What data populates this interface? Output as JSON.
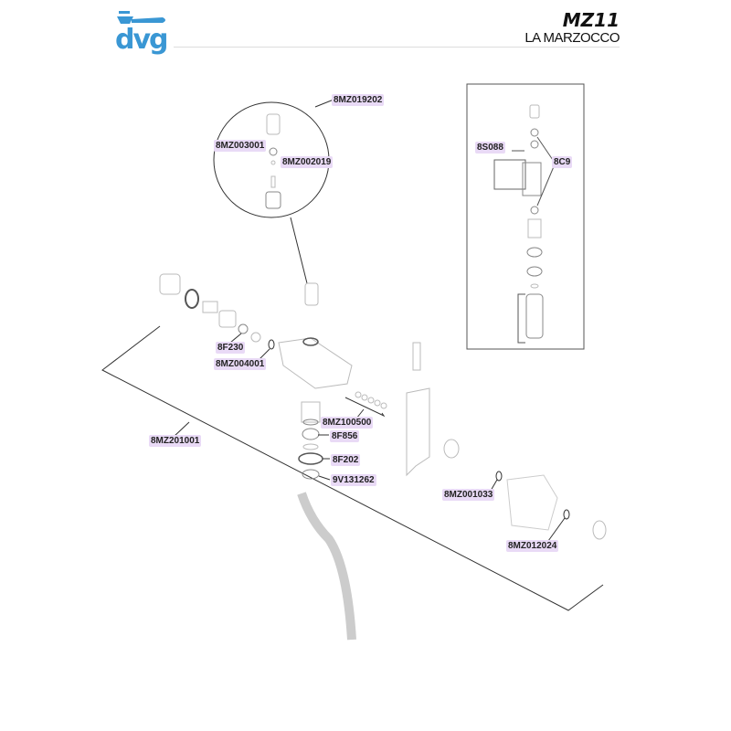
{
  "header": {
    "logo_text": "dvg",
    "model": "MZ11",
    "brand": "LA MARZOCCO"
  },
  "colors": {
    "logo": "#3a97d4",
    "label_bg": "#e9daf6"
  },
  "parts": [
    {
      "code": "8MZ019202"
    },
    {
      "code": "8MZ003001"
    },
    {
      "code": "8MZ002019"
    },
    {
      "code": "8S088"
    },
    {
      "code": "8C9"
    },
    {
      "code": "8F230"
    },
    {
      "code": "8MZ004001"
    },
    {
      "code": "8MZ100500"
    },
    {
      "code": "8F856"
    },
    {
      "code": "8MZ201001"
    },
    {
      "code": "8F202"
    },
    {
      "code": "9V131262"
    },
    {
      "code": "8MZ001033"
    },
    {
      "code": "8MZ012024"
    }
  ]
}
